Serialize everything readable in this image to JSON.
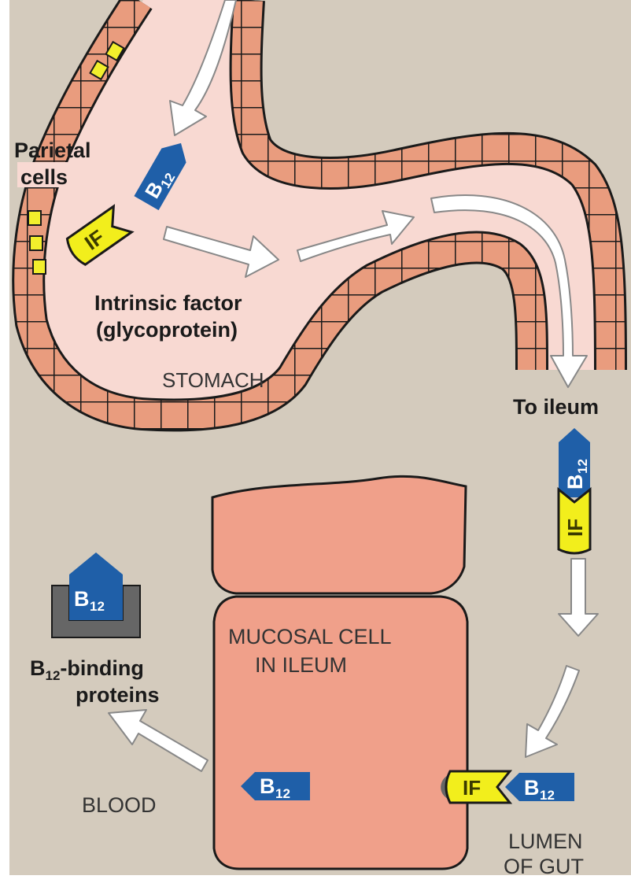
{
  "labels": {
    "parietal_line1": "Parietal",
    "parietal_line2": "cells",
    "intrinsic_line1": "Intrinsic factor",
    "intrinsic_line2": "(glycoprotein)",
    "stomach": "STOMACH",
    "to_ileum": "To ileum",
    "mucosal_line1": "MUCOSAL CELL",
    "mucosal_line2": "IN ILEUM",
    "binding_b": "B",
    "binding_sub": "12",
    "binding_rest": "-binding",
    "binding_line2": "proteins",
    "blood": "BLOOD",
    "lumen_line1": "LUMEN",
    "lumen_line2": "OF GUT"
  },
  "tags": {
    "b12_main": "B",
    "b12_sub": "12",
    "if": "IF"
  },
  "colors": {
    "background": "#d4cbbd",
    "stomach_fill": "#f8d9d2",
    "stomach_wall": "#e99c7e",
    "parietal_cell": "#f2ef2c",
    "mucosal_cell": "#f0a08a",
    "b12_tag": "#1f5fa8",
    "if_tag": "#f2ee1c",
    "receptor": "#666666",
    "arrow_fill": "#ffffff"
  }
}
